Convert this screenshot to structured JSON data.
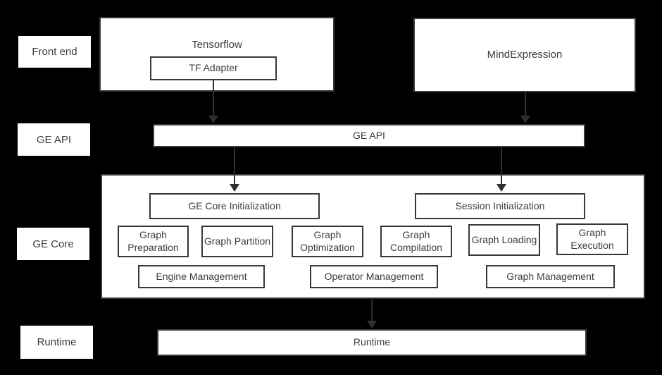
{
  "colors": {
    "background": "#000000",
    "box_fill": "#ffffff",
    "box_border": "#383838",
    "text": "#3d3d3d",
    "arrow": "#2f2f2f"
  },
  "layer_labels": {
    "front_end": "Front end",
    "ge_api": "GE API",
    "ge_core": "GE Core",
    "runtime": "Runtime"
  },
  "front_end": {
    "tensorflow_label": "Tensorflow",
    "tf_adapter_label": "TF Adapter",
    "mind_expression_label": "MindExpression"
  },
  "ge_api_bar_label": "GE API",
  "ge_core": {
    "init_boxes": [
      "GE Core Initialization",
      "Session Initialization"
    ],
    "function_boxes": [
      "Graph Preparation",
      "Graph Partition",
      "Graph Optimization",
      "Graph Compilation",
      "Graph Loading",
      "Graph Execution"
    ],
    "management_boxes": [
      "Engine Management",
      "Operator Management",
      "Graph Management"
    ]
  },
  "runtime_bar_label": "Runtime"
}
